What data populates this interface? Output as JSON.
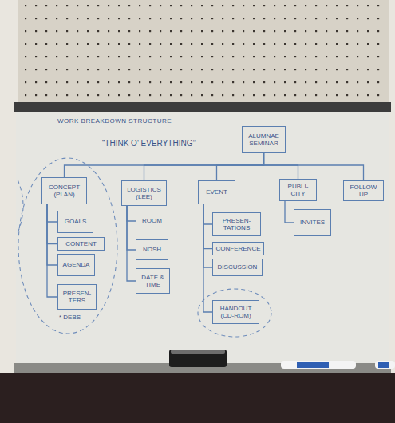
{
  "diagram": {
    "title": "WORK BREAKDOWN STRUCTURE",
    "nodes": [
      {
        "text": [
          "ALUMNAE SEMINAR"
        ]
      },
      {
        "text": [
          "CONCEPT (PLAN)"
        ]
      },
      {
        "text": [
          "LOGISTICS (LEE)"
        ]
      },
      {
        "text": [
          "EVENT"
        ]
      },
      {
        "text": [
          "PUBLI-CITY"
        ]
      },
      {
        "text": [
          "FOLLOW UP"
        ]
      },
      {
        "text": [
          "GOALS"
        ]
      },
      {
        "text": [
          "CONTENT"
        ]
      },
      {
        "text": [
          "AGENDA"
        ]
      },
      {
        "text": [
          "PRESEN-TERS"
        ]
      },
      {
        "text": [
          "ROOM"
        ]
      },
      {
        "text": [
          "NOSH"
        ]
      },
      {
        "text": [
          "DATE & TIME"
        ]
      },
      {
        "text": [
          "PRESEN-TATIONS"
        ]
      },
      {
        "text": [
          "CONFERENCE"
        ]
      },
      {
        "text": [
          "DISCUSSION"
        ]
      },
      {
        "text": [
          "HANDOUT (CD-ROM)"
        ]
      },
      {
        "text": [
          "INVITES"
        ]
      }
    ],
    "edges": [
      {
        "from": 0,
        "to": 1,
        "arrow": "none"
      },
      {
        "from": 0,
        "to": 2,
        "arrow": "none"
      },
      {
        "from": 0,
        "to": 3,
        "arrow": "none"
      },
      {
        "from": 0,
        "to": 4,
        "arrow": "none"
      },
      {
        "from": 0,
        "to": 5,
        "arrow": "none"
      },
      {
        "from": 1,
        "to": 6,
        "arrow": "none"
      },
      {
        "from": 1,
        "to": 7,
        "arrow": "none"
      },
      {
        "from": 1,
        "to": 8,
        "arrow": "none"
      },
      {
        "from": 1,
        "to": 9,
        "arrow": "none"
      },
      {
        "from": 2,
        "to": 10,
        "arrow": "none"
      },
      {
        "from": 2,
        "to": 11,
        "arrow": "none"
      },
      {
        "from": 2,
        "to": 12,
        "arrow": "none"
      },
      {
        "from": 3,
        "to": 13,
        "arrow": "none"
      },
      {
        "from": 3,
        "to": 14,
        "arrow": "none"
      },
      {
        "from": 3,
        "to": 15,
        "arrow": "none"
      },
      {
        "from": 3,
        "to": 16,
        "arrow": "none"
      },
      {
        "from": 4,
        "to": 17,
        "arrow": "none"
      }
    ],
    "labels": [
      "“THINK O' EVERYTHING”",
      "* DEBS"
    ]
  }
}
